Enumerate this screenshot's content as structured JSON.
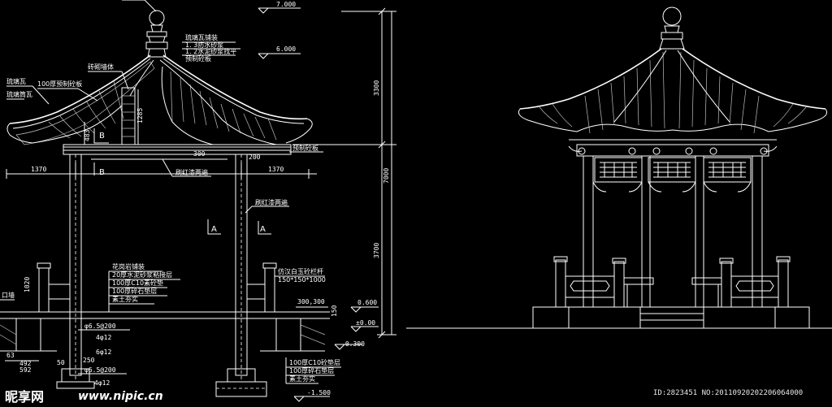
{
  "section": {
    "elevation_marks": [
      "7.000",
      "6.000",
      "0.600",
      "±0.00",
      "-0.300",
      "-1.500"
    ],
    "height_dims": [
      "3300",
      "7000",
      "3700"
    ],
    "horizontal_dims": [
      "1370",
      "300",
      "1370",
      "200"
    ],
    "small_dims": [
      "1285",
      "483",
      "1020",
      "300,300",
      "150",
      "250",
      "50"
    ],
    "rebar": [
      "φ6.5@200",
      "4φ12",
      "6φ12",
      "φ6.5@200",
      "4φ12"
    ],
    "footing_dims": [
      "63",
      "492",
      "592"
    ],
    "roof_notes": [
      "琉璃瓦铺装",
      "1. 3防水砂浆",
      "1. 2水泥砂浆找平",
      "预制砼板"
    ],
    "left_notes": [
      "琉璃瓦",
      "100厚预制砼板",
      "琉璃筒瓦",
      "砖砌墙体"
    ],
    "beam_label": "刷红漆两遍",
    "column_label": "刷红漆两遍",
    "eave_label": "预制砼板",
    "floor_notes": [
      "花岗岩铺装",
      "20厚水泥砂浆粘接层",
      "100厚C10素砼垫",
      "100厚碎石垫层",
      "素土夯实"
    ],
    "railing_note": [
      "仿汉白玉砼栏杆",
      "150*150*1000"
    ],
    "footing_notes": [
      "100厚C10砼垫层",
      "100厚碎石垫层",
      "素土夯实"
    ],
    "section_marks": [
      "B",
      "B",
      "A",
      "A"
    ],
    "left_edge": "口墙"
  },
  "watermark": {
    "logo": "昵享网",
    "url": "www.nipic.cn",
    "id_text": "ID:2823451 NO:20110920202206064000"
  },
  "colors": {
    "background": "#000000",
    "line": "#ffffff"
  }
}
